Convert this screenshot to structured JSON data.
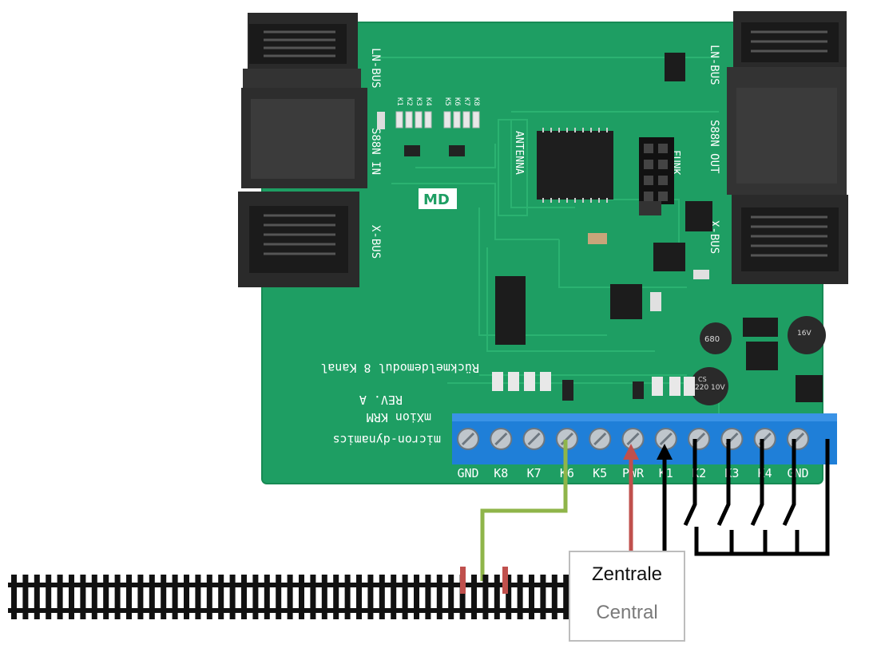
{
  "board": {
    "label_main": "Rückmeldemodul 8 Kanal",
    "label_rev": "REV. A",
    "label_model": "mXion KRM",
    "label_brand": "micron-dynamics",
    "connector_ln_top_left": "LN-BUS",
    "connector_s88_in": "S88N IN",
    "connector_xbus_left": "X-BUS",
    "connector_ln_top_right": "LN-BUS",
    "connector_s88_out": "S88N OUT",
    "connector_xbus_right": "X-BUS",
    "antenna_label": "ANTENNA",
    "funk_label": "FUNK",
    "chip_values": [
      "680",
      "220 10V",
      "CS",
      "16V"
    ],
    "led_labels_left": [
      "K1",
      "K2",
      "K3",
      "K4"
    ],
    "led_labels_right": [
      "K5",
      "K6",
      "K7",
      "K8"
    ],
    "logo": "MD"
  },
  "terminals": {
    "labels": [
      "GND",
      "K8",
      "K7",
      "K6",
      "K5",
      "PWR",
      "K1",
      "K2",
      "K3",
      "K4",
      "GND"
    ]
  },
  "central": {
    "title": "Zentrale",
    "subtitle": "Central"
  },
  "colors": {
    "pcb": "#1e9e63",
    "terminal_block": "#1f7fd8",
    "feedback_wire": "#8fb54a",
    "power_wire": "#c0504d",
    "signal_wire": "#000000",
    "rail": "#111111",
    "rail_marker": "#c0504d"
  }
}
